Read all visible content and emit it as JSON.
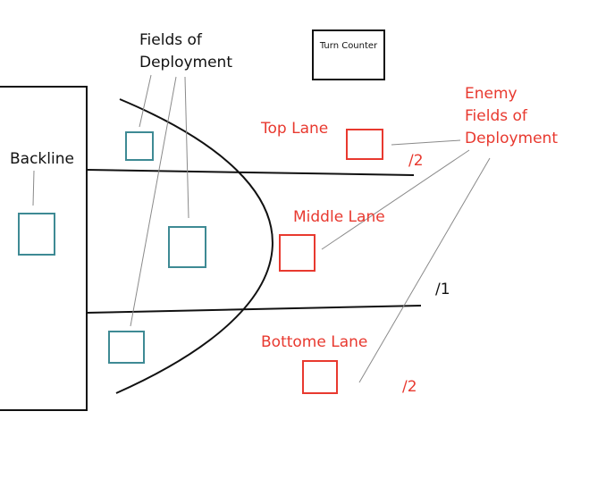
{
  "labels": {
    "fields_of_deployment": [
      "Fields of",
      "Deployment"
    ],
    "backline": "Backline",
    "turn_counter": "Turn Counter",
    "top_lane": "Top Lane",
    "middle_lane": "Middle Lane",
    "bottom_lane": "Bottome Lane",
    "enemy_fields_of_deployment": [
      "Enemy",
      "Fields of",
      "Deployment"
    ],
    "top_lane_count": "/2",
    "middle_lane_count": "/1",
    "bottom_lane_count": "/2"
  },
  "colors": {
    "ally": "#3e8a94",
    "enemy": "#e8392f",
    "ink": "#111111",
    "pointer": "#8a8a8a"
  }
}
